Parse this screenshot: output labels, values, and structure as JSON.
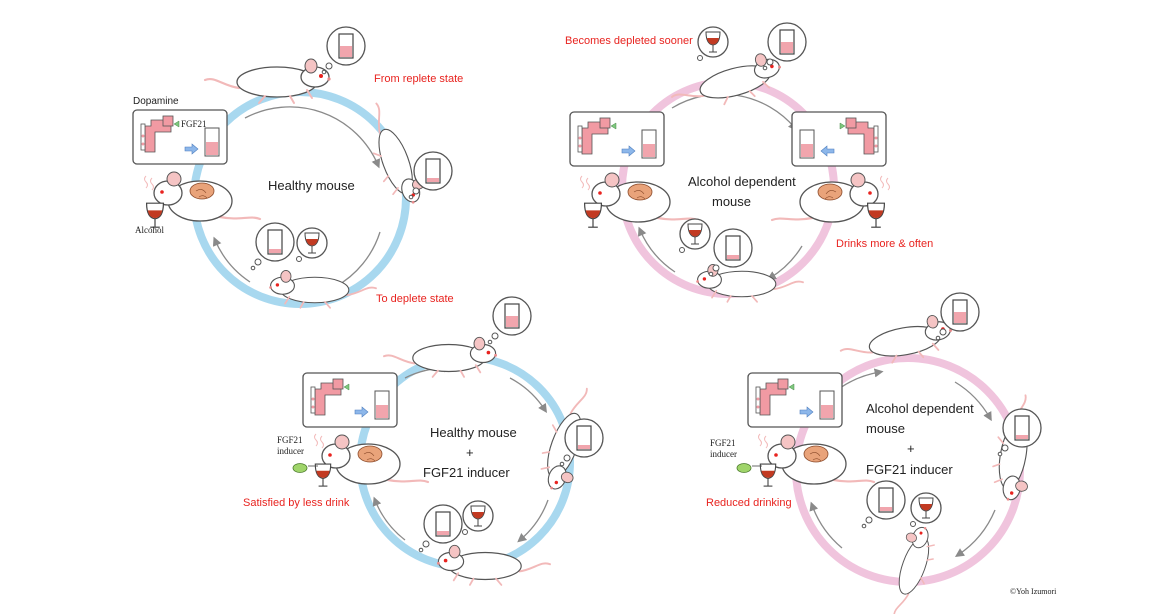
{
  "colors": {
    "healthy_ring": "#a8d8ef",
    "dependent_ring": "#f0c4dd",
    "accent_red": "#e8231f",
    "liquid": "#f1a5ad",
    "pipe": "#f19aa3",
    "arrow_blue": "#8db7ea",
    "arrow_green": "#7ec77e"
  },
  "panels": {
    "tl": {
      "center": [
        "Healthy mouse"
      ],
      "red_top": "From replete state",
      "red_bottom": "To deplete state",
      "dopamine": "Dopamine",
      "fgf21": "FGF21",
      "alcohol": "Alcohol"
    },
    "tr": {
      "center": [
        "Alcohol dependent",
        "mouse"
      ],
      "red_top": "Becomes depleted sooner",
      "red_right": "Drinks more & often"
    },
    "bl": {
      "center": [
        "Healthy mouse",
        "+",
        "FGF21 inducer"
      ],
      "red_left": "Satisfied by less drink",
      "inducer": [
        "FGF21",
        "inducer"
      ]
    },
    "br": {
      "center": [
        "Alcohol dependent",
        "mouse",
        "+",
        "FGF21 inducer"
      ],
      "red_left": "Reduced drinking",
      "inducer": [
        "FGF21",
        "inducer"
      ]
    }
  },
  "credit": "©Yoh Izumori"
}
